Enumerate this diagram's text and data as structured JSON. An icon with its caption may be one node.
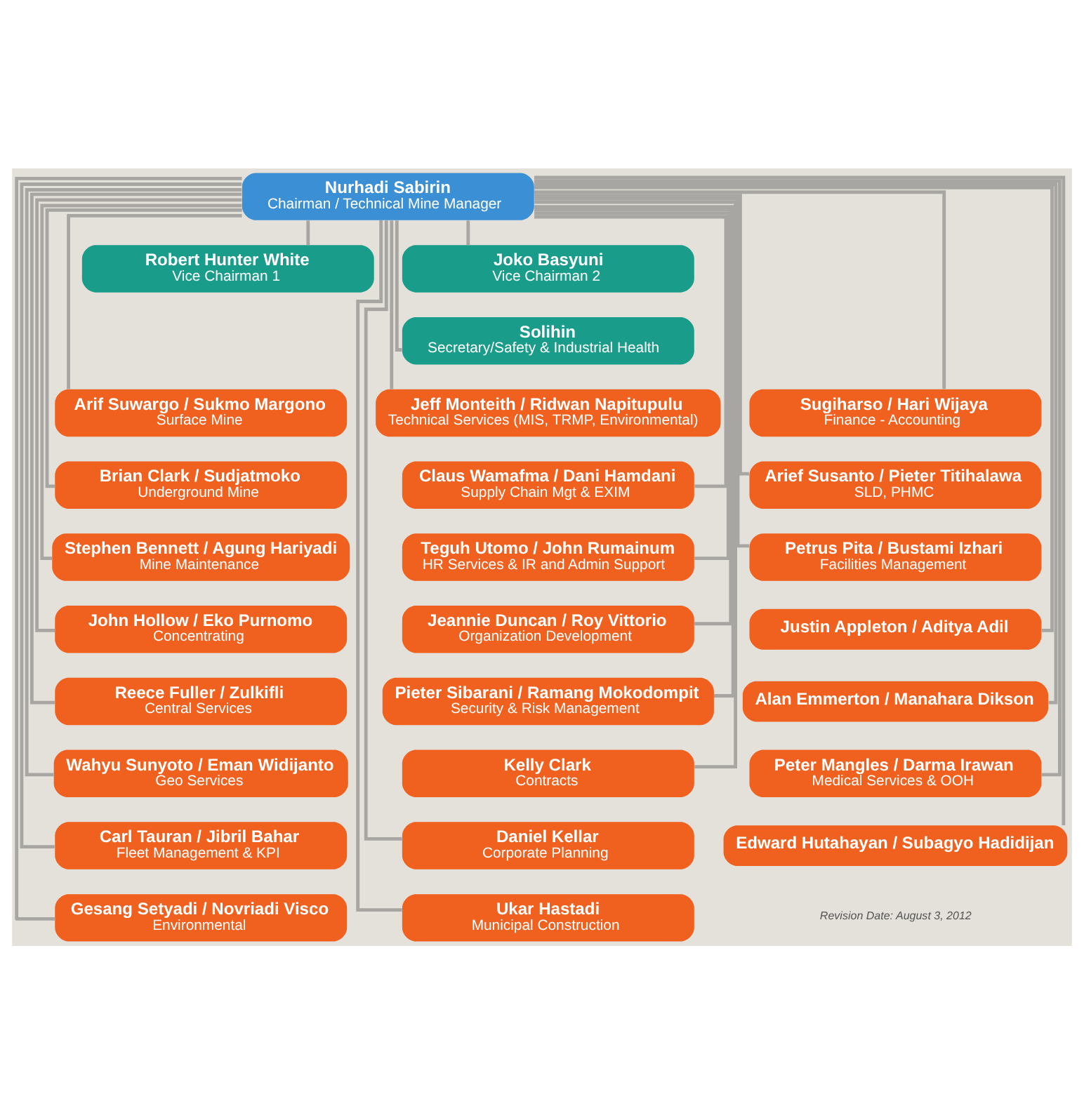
{
  "diagram": {
    "nodes": [
      {
        "text": [
          "Nurhadi Sabirin",
          "Chairman / Technical Mine Manager"
        ]
      },
      {
        "text": [
          "Robert Hunter White",
          "Vice Chairman 1"
        ]
      },
      {
        "text": [
          "Joko Basyuni",
          "Vice Chairman 2"
        ]
      },
      {
        "text": [
          "Solihin",
          "Secretary/Safety & Industrial Health"
        ]
      },
      {
        "text": [
          "Arif Suwargo / Sukmo Margono",
          "Surface Mine"
        ]
      },
      {
        "text": [
          "Brian Clark / Sudjatmoko",
          "Underground Mine"
        ]
      },
      {
        "text": [
          "Stephen Bennett / Agung Hariyadi",
          "Mine Maintenance"
        ]
      },
      {
        "text": [
          "John Hollow / Eko Purnomo",
          "Concentrating"
        ]
      },
      {
        "text": [
          "Reece Fuller / Zulkifli",
          "Central Services"
        ]
      },
      {
        "text": [
          "Wahyu Sunyoto / Eman Widijanto",
          "Geo Services"
        ]
      },
      {
        "text": [
          "Carl Tauran / Jibril Bahar",
          "Fleet Management & KPI"
        ]
      },
      {
        "text": [
          "Gesang Setyadi / Novriadi Visco",
          "Environmental"
        ]
      },
      {
        "text": [
          "Jeff Monteith / Ridwan Napitupulu",
          "Technical Services (MIS, TRMP, Environmental)"
        ]
      },
      {
        "text": [
          "Claus Wamafma / Dani Hamdani",
          "Supply Chain Mgt & EXIM"
        ]
      },
      {
        "text": [
          "Teguh Utomo / John Rumainum",
          "HR Services & IR and Admin Support"
        ]
      },
      {
        "text": [
          "Jeannie Duncan / Roy Vittorio",
          "Organization Development"
        ]
      },
      {
        "text": [
          "Pieter Sibarani / Ramang Mokodompit",
          "Security & Risk Management"
        ]
      },
      {
        "text": [
          "Kelly Clark",
          "Contracts"
        ]
      },
      {
        "text": [
          "Daniel Kellar",
          "Corporate Planning"
        ]
      },
      {
        "text": [
          "Ukar Hastadi",
          "Municipal Construction"
        ]
      },
      {
        "text": [
          "Sugiharso / Hari Wijaya",
          "Finance - Accounting"
        ]
      },
      {
        "text": [
          "Arief Susanto / Pieter Titihalawa",
          "SLD, PHMC"
        ]
      },
      {
        "text": [
          "Petrus Pita / Bustami Izhari",
          "Facilities Management"
        ]
      },
      {
        "text": [
          "Justin Appleton / Aditya Adil"
        ]
      },
      {
        "text": [
          "Alan Emmerton / Manahara Dikson"
        ]
      },
      {
        "text": [
          "Peter Mangles / Darma Irawan",
          "Medical Services & OOH"
        ]
      },
      {
        "text": [
          "Edward Hutahayan / Subagyo Hadidijan"
        ]
      }
    ],
    "edges": [
      {
        "from": 0,
        "to": 1,
        "arrow": "none"
      },
      {
        "from": 0,
        "to": 2,
        "arrow": "none"
      },
      {
        "from": 0,
        "to": 3,
        "arrow": "none"
      },
      {
        "from": 0,
        "to": 4,
        "arrow": "none"
      },
      {
        "from": 0,
        "to": 5,
        "arrow": "none"
      },
      {
        "from": 0,
        "to": 6,
        "arrow": "none"
      },
      {
        "from": 0,
        "to": 7,
        "arrow": "none"
      },
      {
        "from": 0,
        "to": 8,
        "arrow": "none"
      },
      {
        "from": 0,
        "to": 9,
        "arrow": "none"
      },
      {
        "from": 0,
        "to": 10,
        "arrow": "none"
      },
      {
        "from": 0,
        "to": 11,
        "arrow": "none"
      },
      {
        "from": 0,
        "to": 12,
        "arrow": "none"
      },
      {
        "from": 0,
        "to": 13,
        "arrow": "none"
      },
      {
        "from": 0,
        "to": 14,
        "arrow": "none"
      },
      {
        "from": 0,
        "to": 15,
        "arrow": "none"
      },
      {
        "from": 0,
        "to": 16,
        "arrow": "none"
      },
      {
        "from": 0,
        "to": 17,
        "arrow": "none"
      },
      {
        "from": 0,
        "to": 18,
        "arrow": "none"
      },
      {
        "from": 0,
        "to": 19,
        "arrow": "none"
      },
      {
        "from": 0,
        "to": 20,
        "arrow": "none"
      },
      {
        "from": 0,
        "to": 21,
        "arrow": "none"
      },
      {
        "from": 0,
        "to": 22,
        "arrow": "none"
      },
      {
        "from": 0,
        "to": 23,
        "arrow": "none"
      },
      {
        "from": 0,
        "to": 24,
        "arrow": "none"
      },
      {
        "from": 0,
        "to": 25,
        "arrow": "none"
      },
      {
        "from": 0,
        "to": 26,
        "arrow": "none"
      }
    ],
    "labels": [
      "Revision Date: August 3, 2012"
    ]
  }
}
